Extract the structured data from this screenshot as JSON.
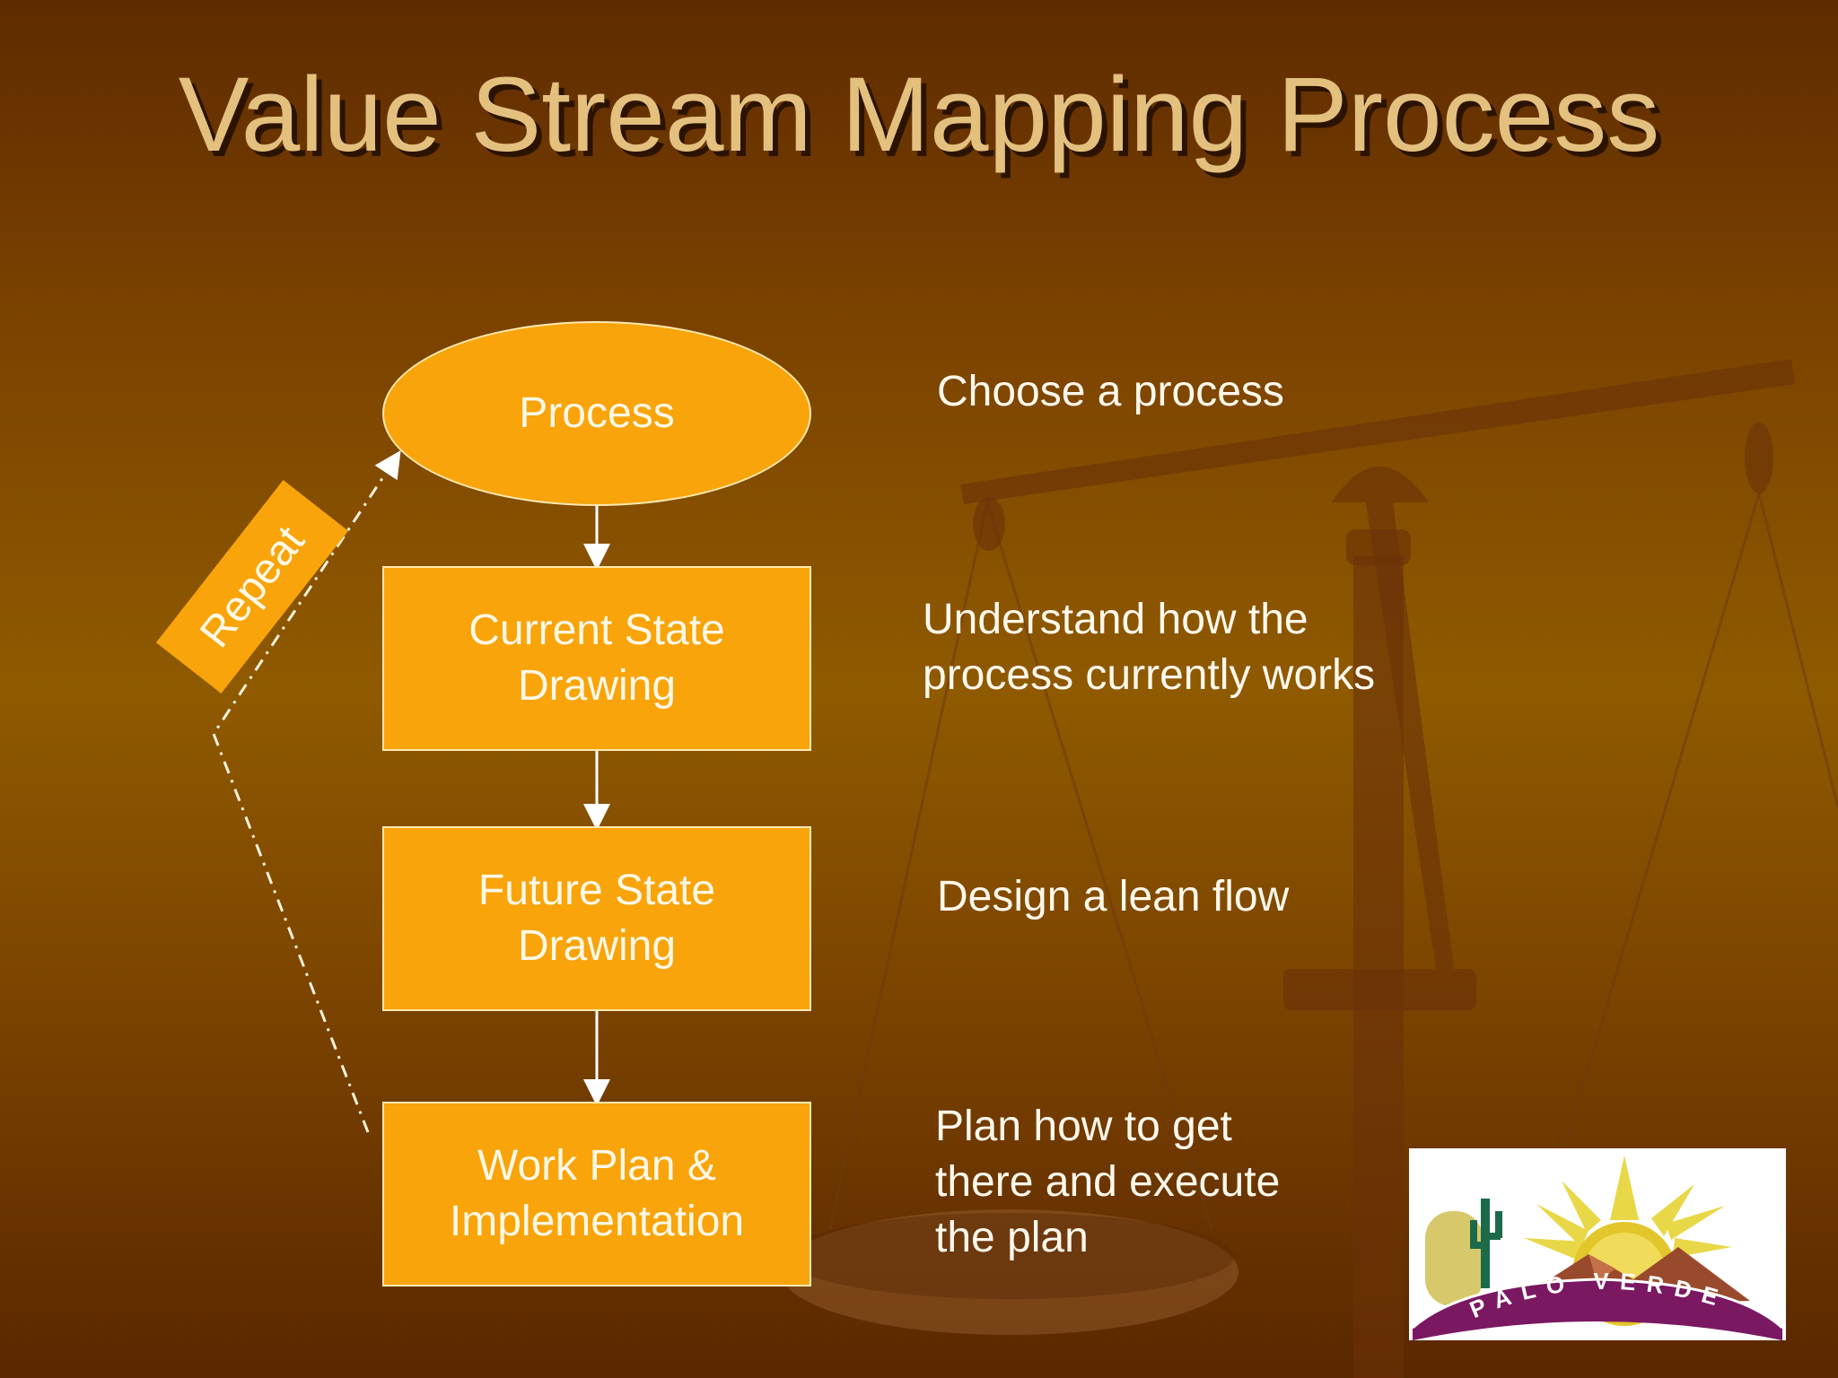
{
  "slide": {
    "title": "Value Stream Mapping Process",
    "colors": {
      "background": "#7a4100",
      "node_fill": "#f8a40a",
      "title_text": "#e3c07e",
      "body_text": "#fff8ec"
    }
  },
  "flow": {
    "nodes": [
      {
        "id": "process",
        "shape": "ellipse",
        "lines": [
          "Process"
        ]
      },
      {
        "id": "current",
        "shape": "rectangle",
        "lines": [
          "Current State",
          "Drawing"
        ]
      },
      {
        "id": "future",
        "shape": "rectangle",
        "lines": [
          "Future State",
          "Drawing"
        ]
      },
      {
        "id": "work",
        "shape": "rectangle",
        "lines": [
          "Work Plan &",
          "Implementation"
        ]
      }
    ],
    "loop_label": "Repeat"
  },
  "descriptions": [
    {
      "lines": [
        "Choose a process"
      ]
    },
    {
      "lines": [
        "Understand how the",
        "process currently works"
      ]
    },
    {
      "lines": [
        "Design a lean flow"
      ]
    },
    {
      "lines": [
        "Plan how to get",
        "there and execute",
        "the plan"
      ]
    }
  ],
  "logo": {
    "text": "PALO VERDE",
    "icons": [
      "sun-icon",
      "cactus-icon",
      "mountain-icon"
    ]
  },
  "background_art": {
    "icon": "balance-scale-icon"
  }
}
